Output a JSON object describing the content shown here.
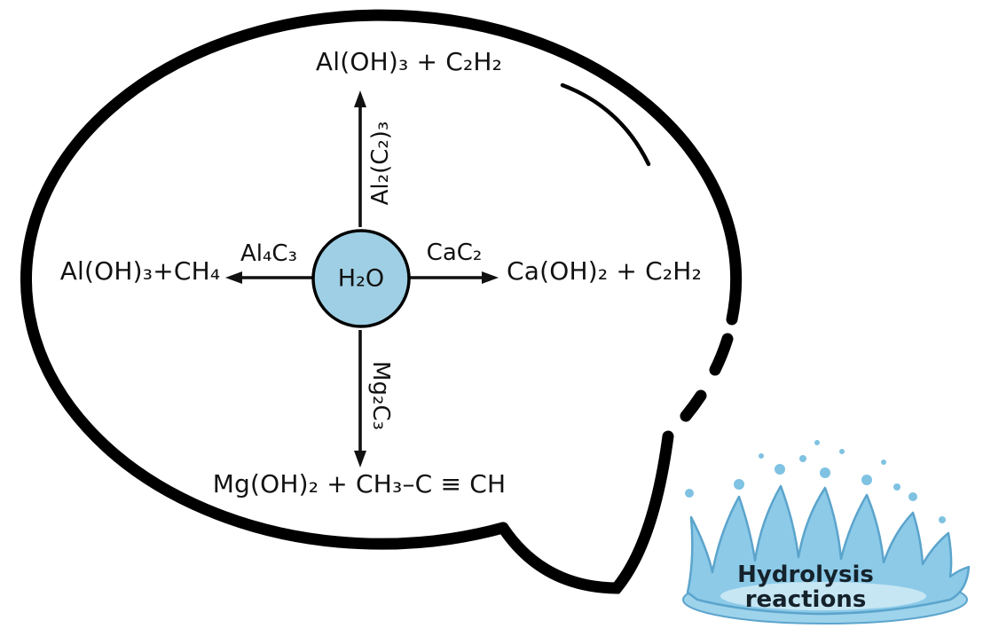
{
  "center_molecule": "H₂O",
  "reactions": {
    "up": {
      "reagent": "Al₂(C₂)₃",
      "product": "Al(OH)₃ + C₂H₂"
    },
    "left": {
      "reagent": "Al₄C₃",
      "product": "Al(OH)₃+CH₄"
    },
    "right": {
      "reagent": "CaC₂",
      "product": "Ca(OH)₂ + C₂H₂"
    },
    "down": {
      "reagent": "Mg₂C₃",
      "product": "Mg(OH)₂ + CH₃–C ≡ CH"
    }
  },
  "caption": {
    "line1": "Hydrolysis",
    "line2": "reactions"
  },
  "colors": {
    "outline": "#000000",
    "arrow": "#111111",
    "water_circle_fill": "#9fcfe4",
    "splash_main": "#8ccae8",
    "splash_pool": "#9ed3ec",
    "splash_light": "#c6e6f4",
    "splash_droplet": "#7fc2e2",
    "splash_deep": "#5ba4cc",
    "caption_text": "#15222b"
  }
}
